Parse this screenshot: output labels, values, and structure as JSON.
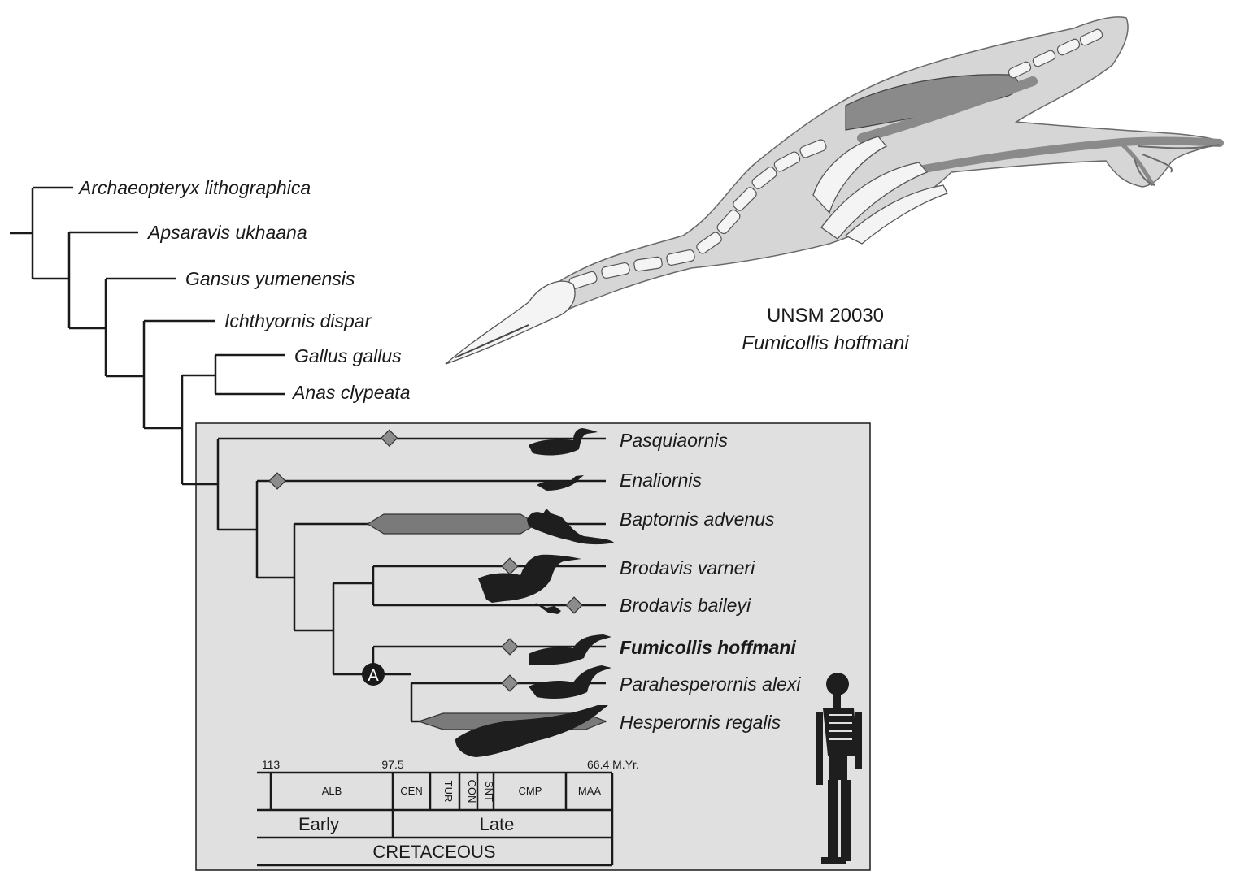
{
  "colors": {
    "ink": "#1a1a1a",
    "panel": "#e0e0e0",
    "body_outline": "#d4d4d4",
    "bone_dark": "#8a8a8a",
    "diamond": "#8c8c8c",
    "silhouette": "#1e1e1e"
  },
  "outgroups": [
    "Archaeopteryx lithographica",
    "Apsaravis ukhaana",
    "Gansus yumenensis",
    "Ichthyornis dispar",
    "Gallus gallus",
    "Anas clypeata"
  ],
  "hesperornithes": [
    "Pasquiaornis",
    "Enaliornis",
    "Baptornis advenus",
    "Brodavis varneri",
    "Brodavis baileyi",
    "Fumicollis hoffmani",
    "Parahesperornis alexi",
    "Hesperornis regalis"
  ],
  "node_label": "A",
  "timescale": {
    "ticks": [
      "113",
      "97.5",
      "66.4 M.Yr."
    ],
    "stages": [
      "ALB",
      "CEN",
      "TUR",
      "CON",
      "SNT",
      "CMP",
      "MAA"
    ],
    "epochs": [
      "Early",
      "Late"
    ],
    "period": "CRETACEOUS"
  },
  "specimen": {
    "catalog": "UNSM 20030",
    "name": "Fumicollis hoffmani"
  },
  "icons": [
    "bird-skeleton-reconstruction-icon",
    "diver-bird-silhouette-icon",
    "human-skeleton-icon",
    "temporal-range-diamond-icon"
  ]
}
